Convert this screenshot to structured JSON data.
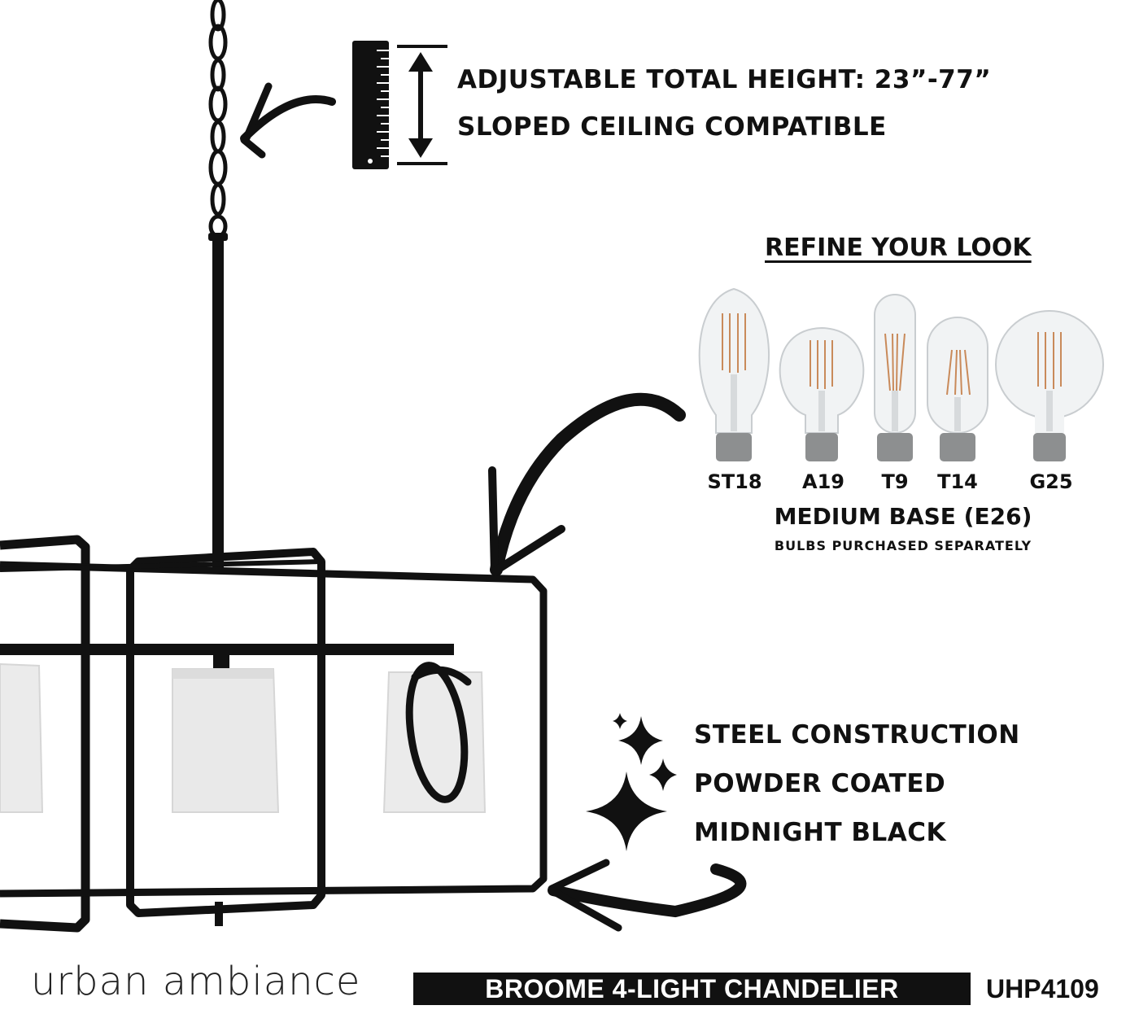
{
  "height_feature": {
    "line1": "ADJUSTABLE TOTAL HEIGHT: 23”-77”",
    "line2": "SLOPED CEILING COMPATIBLE"
  },
  "bulbs": {
    "heading": "REFINE YOUR LOOK",
    "types": [
      "ST18",
      "A19",
      "T9",
      "T14",
      "G25"
    ],
    "base": "MEDIUM BASE (E26)",
    "note": "BULBS PURCHASED SEPARATELY"
  },
  "finish_feature": {
    "line1": "STEEL CONSTRUCTION",
    "line2": "POWDER COATED",
    "line3": "MIDNIGHT BLACK"
  },
  "footer": {
    "brand": "urban ambiance",
    "product_name": "BROOME 4-LIGHT CHANDELIER",
    "sku": "UHP4109"
  },
  "colors": {
    "ink": "#111111",
    "shade": "#e9e9e9",
    "bulb_glass": "#f1f3f4",
    "filament": "#c98a5a"
  }
}
